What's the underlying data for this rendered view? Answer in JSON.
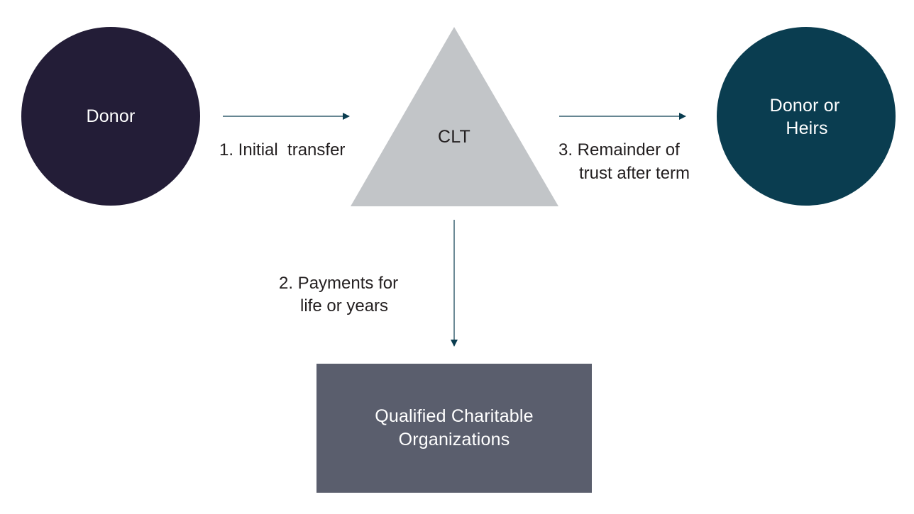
{
  "colors": {
    "donor_fill": "#231d37",
    "clt_fill": "#c2c5c8",
    "heirs_fill": "#0a3d50",
    "charity_fill": "#5a5e6d",
    "arrow_color": "#0a3d50",
    "light_text": "#ffffff",
    "dark_text": "#231f20"
  },
  "nodes": {
    "donor": {
      "label": "Donor",
      "shape": "circle"
    },
    "clt": {
      "label": "CLT",
      "shape": "triangle"
    },
    "heirs": {
      "label_line1": "Donor or",
      "label_line2": "Heirs",
      "shape": "circle"
    },
    "charity": {
      "label_line1": "Qualified Charitable",
      "label_line2": "Organizations",
      "shape": "rectangle"
    }
  },
  "edges": {
    "initial_transfer": {
      "label": "1. Initial  transfer",
      "from": "donor",
      "to": "clt"
    },
    "payments": {
      "label_line1": "2. Payments for",
      "label_line2": "life or years",
      "from": "clt",
      "to": "charity"
    },
    "remainder": {
      "label_line1": "3. Remainder of",
      "label_line2": "trust after term",
      "from": "clt",
      "to": "heirs"
    }
  }
}
